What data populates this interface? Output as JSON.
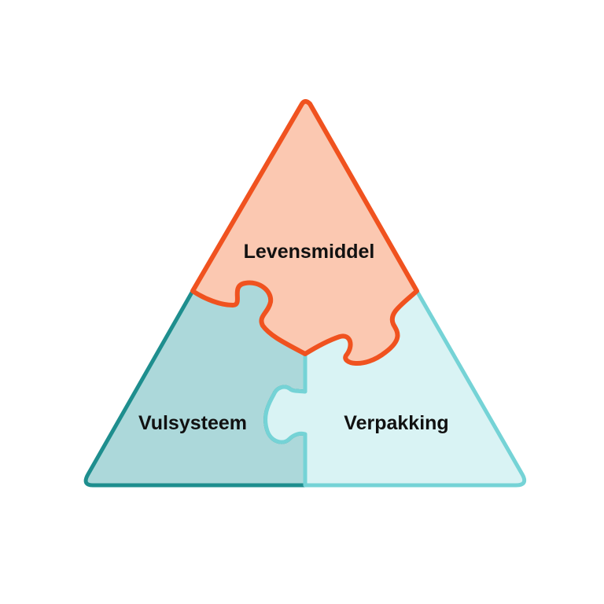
{
  "pieces": {
    "top": {
      "label": "Levensmiddel",
      "fill": "#fbc8b1",
      "stroke": "#f0521f"
    },
    "left": {
      "label": "Vulsysteem",
      "fill": "#acd8da",
      "stroke": "#1e8e8e"
    },
    "right": {
      "label": "Verpakking",
      "fill": "#d9f3f4",
      "stroke": "#75d3d6"
    }
  }
}
